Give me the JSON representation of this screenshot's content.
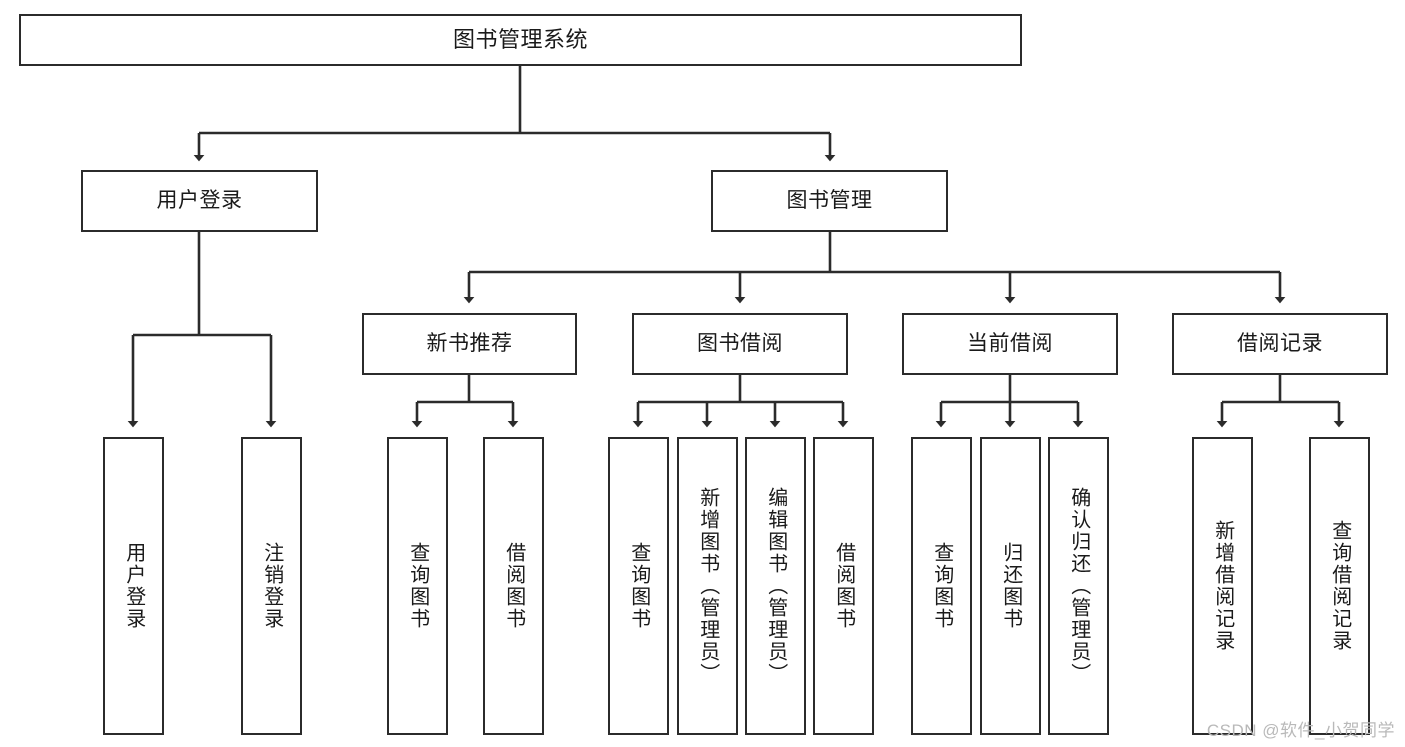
{
  "diagram": {
    "title": "图书管理系统",
    "type": "tree-hierarchy-chart",
    "watermark": "CSDN @软件_小贺同学",
    "colors": {
      "stroke": "#2b2b2b",
      "fill": "#ffffff",
      "text": "#1a1a1a",
      "watermark": "#b9b9b9"
    },
    "levels": {
      "level0": [
        {
          "id": "root",
          "label": "图书管理系统"
        }
      ],
      "level1": [
        {
          "id": "user-login",
          "label": "用户登录"
        },
        {
          "id": "book-manage",
          "label": "图书管理"
        }
      ],
      "level2": [
        {
          "id": "new-book-rec",
          "label": "新书推荐"
        },
        {
          "id": "book-borrow",
          "label": "图书借阅"
        },
        {
          "id": "current-borrow",
          "label": "当前借阅"
        },
        {
          "id": "borrow-record",
          "label": "借阅记录"
        }
      ],
      "level3": [
        {
          "id": "leaf-user-login",
          "label": "用户登录",
          "parent": "user-login"
        },
        {
          "id": "leaf-user-logout",
          "label": "注销登录",
          "parent": "user-login"
        },
        {
          "id": "leaf-query-book-1",
          "label": "查询图书",
          "parent": "new-book-rec"
        },
        {
          "id": "leaf-borrow-book-1",
          "label": "借阅图书",
          "parent": "new-book-rec"
        },
        {
          "id": "leaf-query-book-2",
          "label": "查询图书",
          "parent": "book-borrow"
        },
        {
          "id": "leaf-add-book",
          "label": "新增图书（管理员）",
          "parent": "book-borrow"
        },
        {
          "id": "leaf-edit-book",
          "label": "编辑图书（管理员）",
          "parent": "book-borrow"
        },
        {
          "id": "leaf-borrow-book-2",
          "label": "借阅图书",
          "parent": "book-borrow"
        },
        {
          "id": "leaf-query-book-3",
          "label": "查询图书",
          "parent": "current-borrow"
        },
        {
          "id": "leaf-return-book",
          "label": "归还图书",
          "parent": "current-borrow"
        },
        {
          "id": "leaf-confirm-return",
          "label": "确认归还（管理员）",
          "parent": "current-borrow"
        },
        {
          "id": "leaf-add-record",
          "label": "新增借阅记录",
          "parent": "borrow-record"
        },
        {
          "id": "leaf-query-record",
          "label": "查询借阅记录",
          "parent": "borrow-record"
        }
      ]
    }
  }
}
